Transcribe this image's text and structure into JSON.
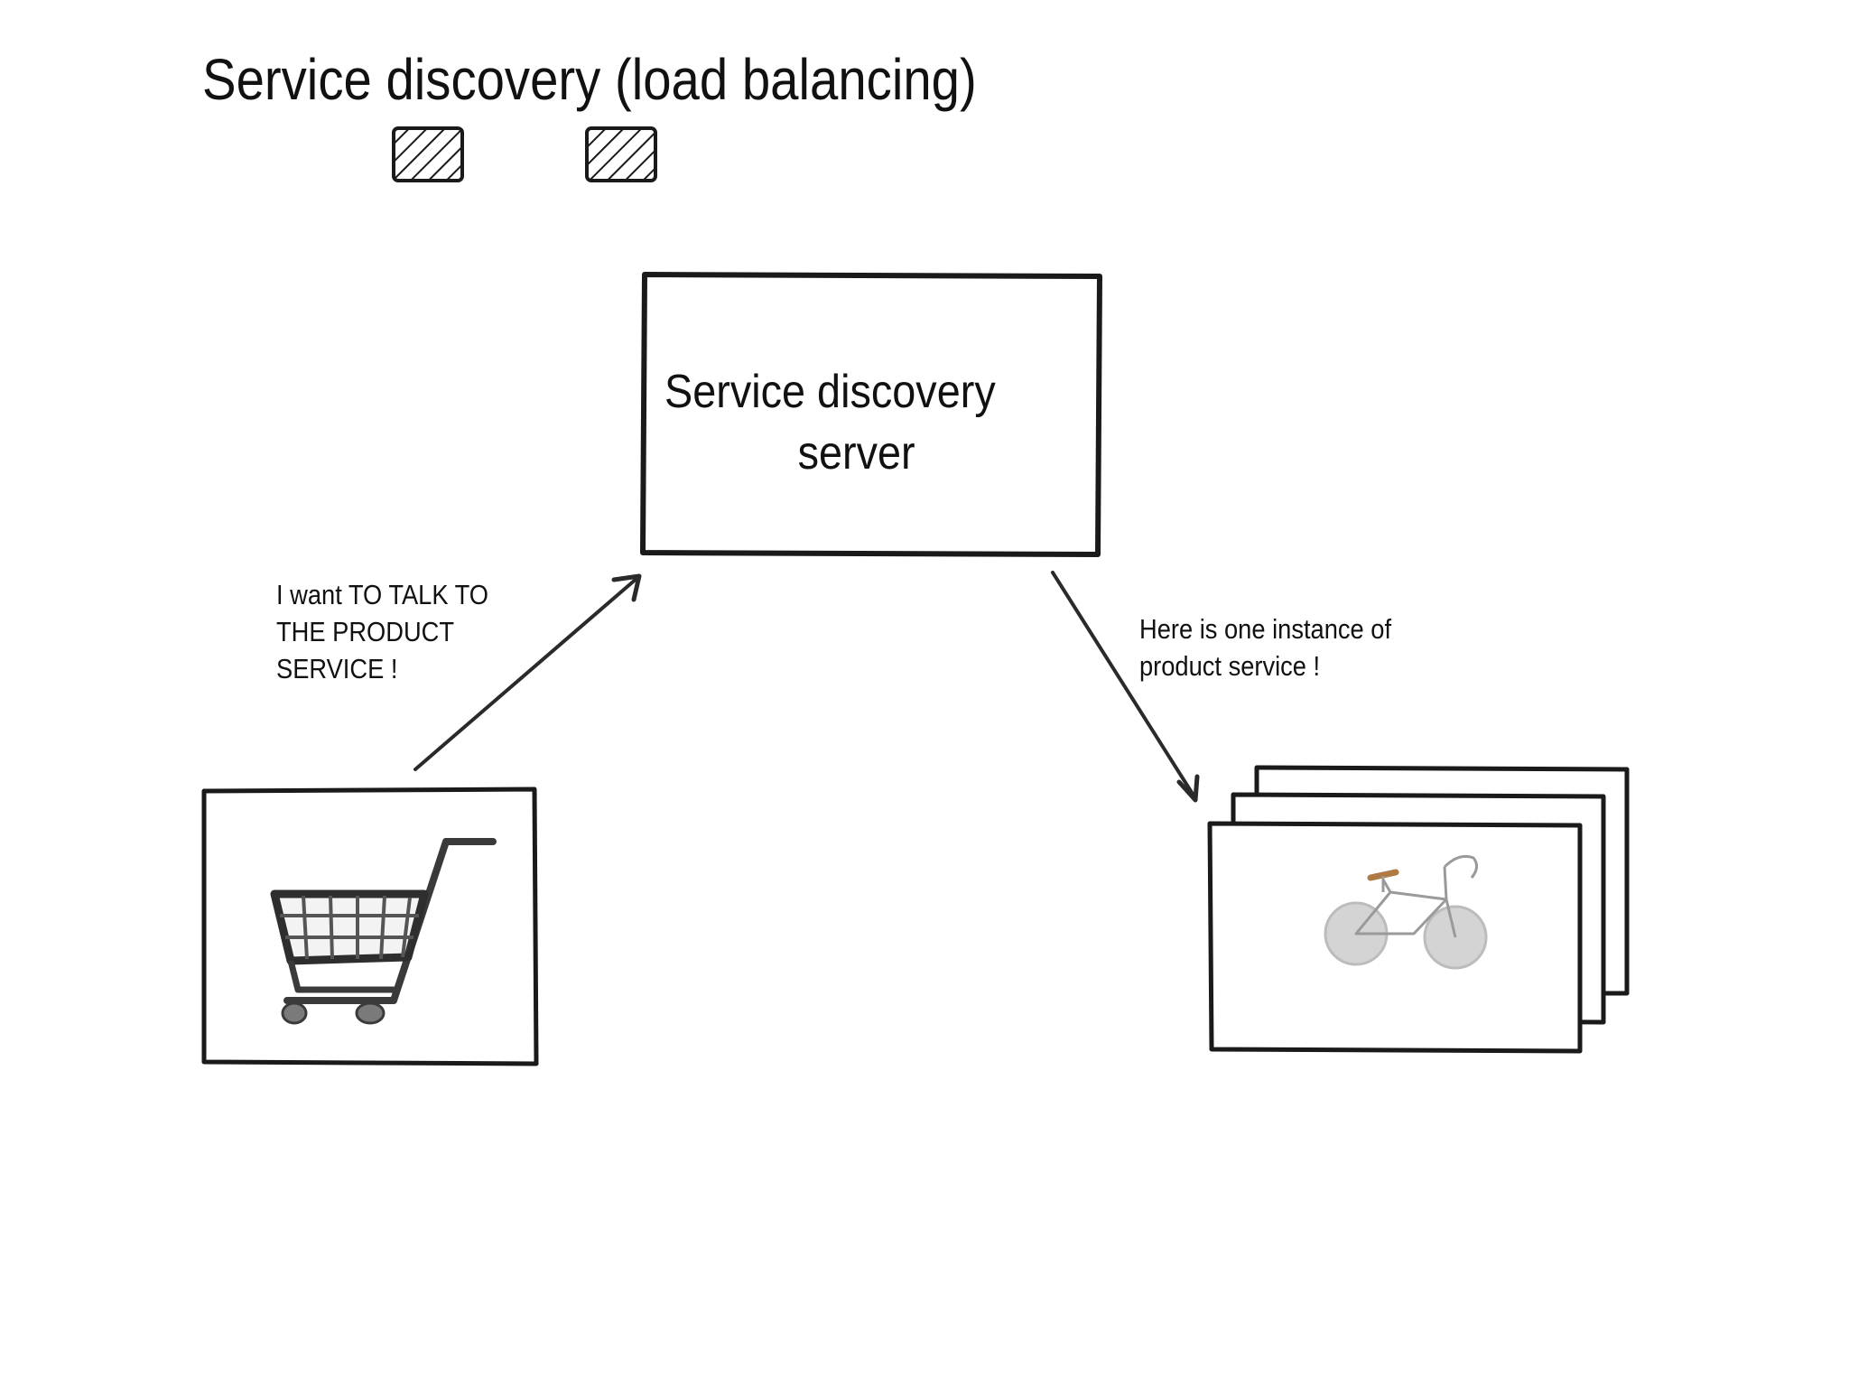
{
  "title": "Service discovery (load balancing)",
  "server_box": {
    "line1": "Service discovery",
    "line2": "server"
  },
  "request_note": {
    "line1": "I want TO TALK TO",
    "line2": "THE PRODUCT",
    "line3": "SERVICE !"
  },
  "response_note": {
    "line1": "Here is one instance of",
    "line2": "product service !"
  },
  "icons": {
    "client": "shopping-cart-icon",
    "service": "bicycle-icon",
    "legend": "hatched-instance-icon"
  },
  "colors": {
    "ink": "#1a1a1a",
    "cart_gray": "#555555",
    "bike_gray": "#bdbdbd",
    "saddle": "#b07a45"
  }
}
